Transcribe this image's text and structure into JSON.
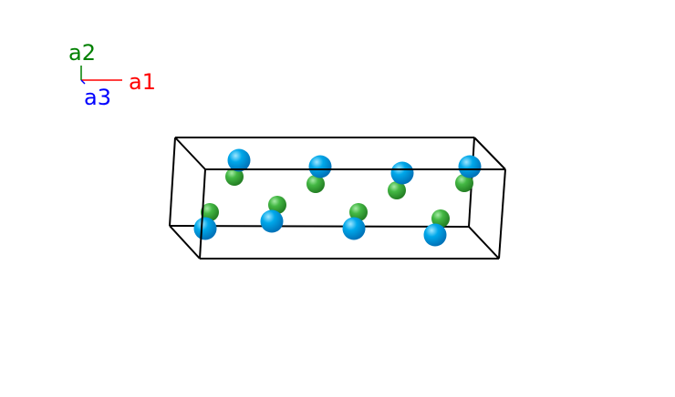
{
  "axes": {
    "a1": {
      "label": "a1",
      "color": "#ff0000"
    },
    "a2": {
      "label": "a2",
      "color": "#008000"
    },
    "a3": {
      "label": "a3",
      "color": "#0000ff"
    }
  },
  "atoms": {
    "species": [
      {
        "name": "blue-atom",
        "color": "#00a0e0",
        "highlight": "#7fd8ff",
        "shade": "#0070b0"
      },
      {
        "name": "green-atom",
        "color": "#3fb43f",
        "highlight": "#8fe08f",
        "shade": "#238023"
      }
    ]
  },
  "cell": {
    "edge_color": "#000000"
  }
}
